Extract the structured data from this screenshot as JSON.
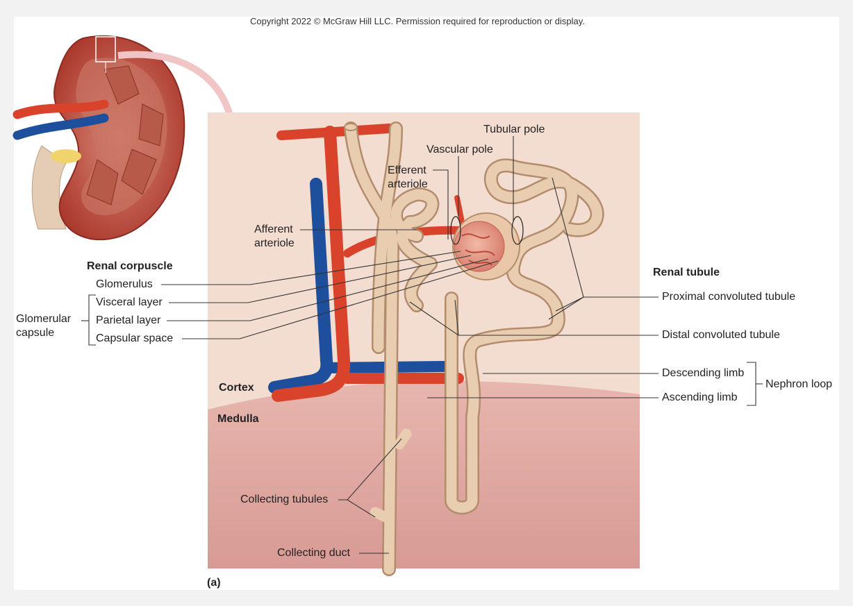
{
  "copyright": "Copyright 2022 © McGraw Hill LLC. Permission required for reproduction or display.",
  "panel_label": "(a)",
  "labels": {
    "tubular_pole": "Tubular pole",
    "vascular_pole": "Vascular pole",
    "efferent_arteriole_1": "Efferent",
    "efferent_arteriole_2": "arteriole",
    "afferent_arteriole_1": "Afferent",
    "afferent_arteriole_2": "arteriole",
    "renal_corpuscle": "Renal corpuscle",
    "glomerulus": "Glomerulus",
    "visceral_layer": "Visceral layer",
    "parietal_layer": "Parietal layer",
    "capsular_space": "Capsular space",
    "glomerular_capsule_1": "Glomerular",
    "glomerular_capsule_2": "capsule",
    "renal_tubule": "Renal tubule",
    "proximal_convoluted_tubule": "Proximal convoluted tubule",
    "distal_convoluted_tubule": "Distal convoluted tubule",
    "descending_limb": "Descending limb",
    "ascending_limb": "Ascending limb",
    "nephron_loop": "Nephron loop",
    "cortex": "Cortex",
    "medulla": "Medulla",
    "collecting_tubules": "Collecting tubules",
    "collecting_duct": "Collecting duct"
  },
  "colors": {
    "artery": "#d9432c",
    "vein": "#1e4f9c",
    "tubule": "#e8cdb1",
    "cortex_bg": "#f3dcd0",
    "medulla_bg": "#dca7a2"
  }
}
